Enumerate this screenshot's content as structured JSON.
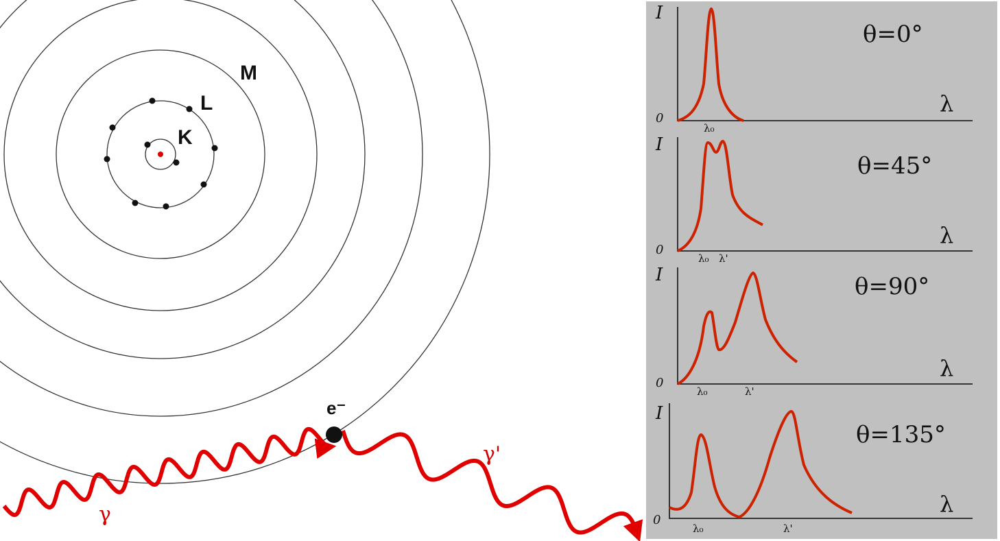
{
  "atom": {
    "shell_labels": {
      "k": "K",
      "l": "L",
      "m": "M"
    },
    "electron_label": "e⁻",
    "incident_photon_label": "γ",
    "scattered_photon_label": "γ'",
    "colors": {
      "photon": "#e00000",
      "nucleus": "#e00000",
      "shell": "#333333"
    }
  },
  "panel": {
    "background": "#c0c0c0",
    "curve_color": "#cc2200",
    "plots": [
      {
        "angle": "θ=0°",
        "y_label": "I",
        "origin_label": "0",
        "x_label": "λ",
        "ticks": [
          "λ₀"
        ]
      },
      {
        "angle": "θ=45°",
        "y_label": "I",
        "origin_label": "0",
        "x_label": "λ",
        "ticks": [
          "λ₀",
          "λ'"
        ]
      },
      {
        "angle": "θ=90°",
        "y_label": "I",
        "origin_label": "0",
        "x_label": "λ",
        "ticks": [
          "λ₀",
          "λ'"
        ]
      },
      {
        "angle": "θ=135°",
        "y_label": "I",
        "origin_label": "0",
        "x_label": "λ",
        "ticks": [
          "λ₀",
          "λ'"
        ]
      }
    ]
  }
}
